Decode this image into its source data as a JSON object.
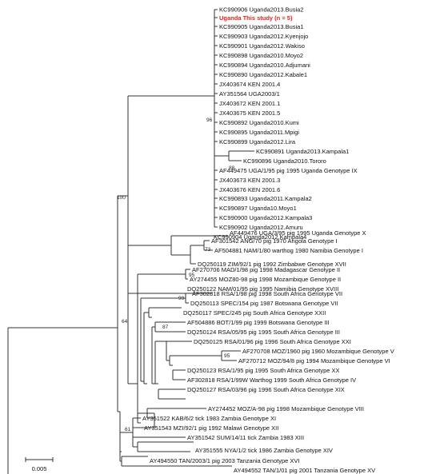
{
  "leaves": [
    "KC990906 Uganda2013.Busia2",
    "Uganda This study (n = 5)",
    "KC990905 Uganda2013.Busia1",
    "KC990903 Uganda2012.Kyenjojo",
    "KC990901 Uganda2012.Wakiso",
    "KC990898 Uganda2010.Moyo2",
    "KC990894 Uganda2010.Adjumani",
    "KC990890 Uganda2012.Kabale1",
    "JX403674 KEN 2001.4",
    "AY351564 UGA2003/1",
    "JX403672 KEN 2001.1",
    "JX403675 KEN 2001.5",
    "KC990892 Uganda2010.Kumi",
    "KC990895 Uganda2011.Mpigi",
    "KC990899 Uganda2012.Lira",
    "KC990891 Uganda2013.Kampala1",
    "KC990896 Uganda2010.Tororo",
    "AF449475 UGA/1/95 pig 1995 Uganda Genotype IX",
    "JX403673 KEN 2001.3",
    "JX403676 KEN 2001.6",
    "KC990893 Uganda2011.Kampala2",
    "KC990897 Uganda10.Moyo1",
    "KC990900 Uganda2012.Kampala3",
    "KC990902 Uganda2012.Amuru",
    "KC990904 Uganda2012.Kampala4",
    "AF449476 UGA/3/95 pig 1995 Uganda Genotype X",
    "AF301542 ANG/70 pig 1970 Angola Genotype I",
    "AF504881 NAM/1/80 warthog 1980 Namibia Genotype I",
    "DQ250119 ZIM/92/1 pig 1992 Zimbabwe Genotype XVII",
    "AF270706 MAD/1/98 pig 1998 Madagascar Genotype II",
    "AY274455 MOZ80-98 pig 1998 Mozambique Genotype II",
    "DQ250122 NAM/01/95 pig 1995 Namibia Genotype XVIII",
    "AF302818 RSA/1/98 pig 1998 South Africa Genotype VII",
    "DQ250113 SPEC/154 pig 1987 Botswana Genotype VII",
    "DQ250117 SPEC/245 pig South Africa Genotype XXII",
    "AF504886 BOT/1/99 pig 1999 Botswana Genotype III",
    "DQ250124 RSA/05/95 pig 1995 South Africa Genotype III",
    "DQ250125 RSA/01/96 pig 1996 South Africa Genotype XXI",
    "AF270708 MOZ/1960 pig 1960 Mozambique Genotype V",
    "AF270712 MOZ/94/8 pig 1994 Mozambique Genotype VI",
    "DQ250123 RSA/1/95 pig 1995 South Africa Genotype XX",
    "AF302818 RSA/1/99W Warthog 1999 South Africa Genotype IV",
    "DQ250127 RSA/03/96 pig 1996 South Africa Genotype XIX",
    "AY274452 MOZ/A-98 pig 1998 Mozambique Genotype VIII",
    "AY351522 KAB/6/2 tick 1983 Zambia Genotype XI",
    "AY351543 MZI/92/1 pig 1992 Malawi Genotype XII",
    "AY351542 SUM/14/11 tick Zambia 1983 XIII",
    "AY351555 NYA/1/2 tick 1986 Zambia Genotype XIV",
    "AY494550 TAN/2003/1 pig 2003 Tanzania Genotype XVI",
    "AY494552 TAN/1/01 pig 2001 Tanzania Genotype XV"
  ],
  "bootstrap": [
    "96",
    "88",
    "100",
    "73",
    "95",
    "99",
    "87",
    "64",
    "95",
    "61"
  ],
  "scale_bar_label": "0.005",
  "colors": {
    "highlight": "#e0201c",
    "branch": "#333333",
    "text": "#111111"
  }
}
